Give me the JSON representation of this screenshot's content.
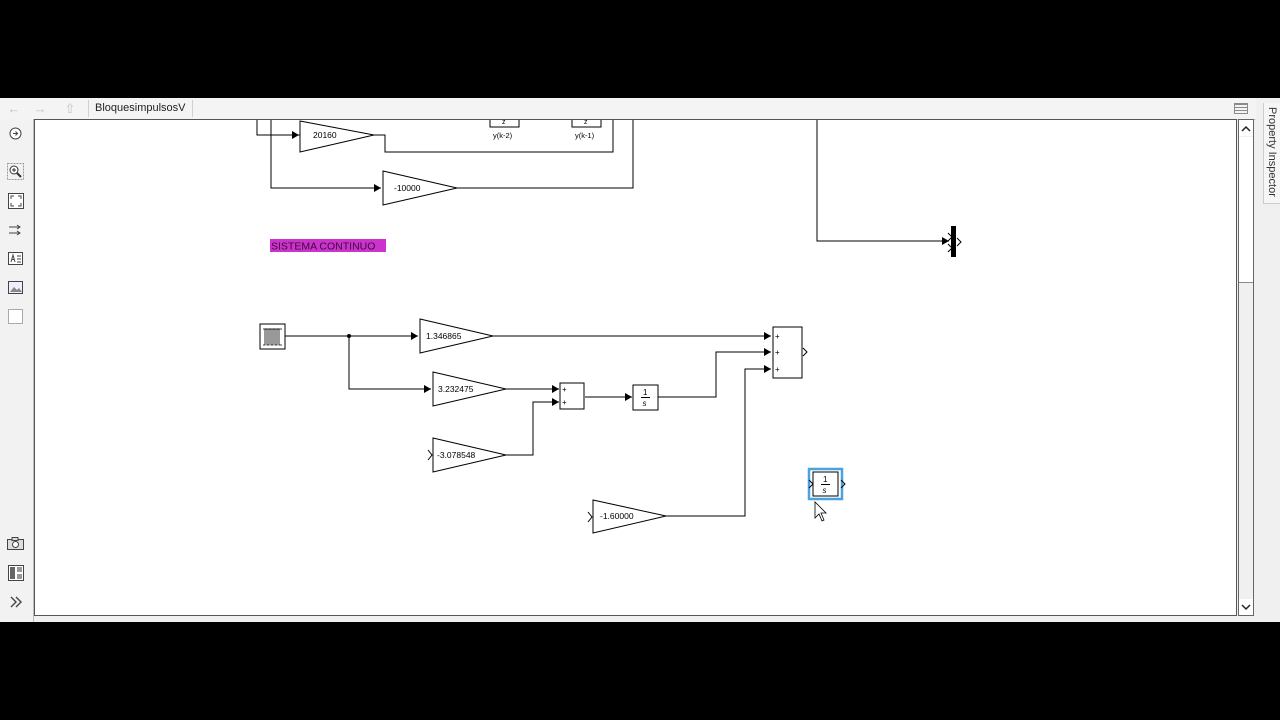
{
  "address_bar": {
    "model_name": "BloquesimpulsosV"
  },
  "side_panel": {
    "property_inspector_label": "Property Inspector"
  },
  "diagram": {
    "discrete_gains": [
      "20160",
      "-10000"
    ],
    "delay_labels": [
      "y(k-2)",
      "y(k-1)"
    ],
    "area_annotation": "SISTEMA CONTINUO",
    "continuous_gains": [
      "1.346865",
      "3.232475",
      "-3.078548",
      "-1.60000"
    ],
    "sum_signs": [
      "+",
      "+",
      "+",
      "+",
      "+"
    ],
    "integrator_numerator": "1",
    "integrator_denominator": "s",
    "delay_symbol": "z"
  },
  "colors": {
    "annotation_background": "#cc33cc",
    "selection_highlight": "#4aa3df"
  }
}
